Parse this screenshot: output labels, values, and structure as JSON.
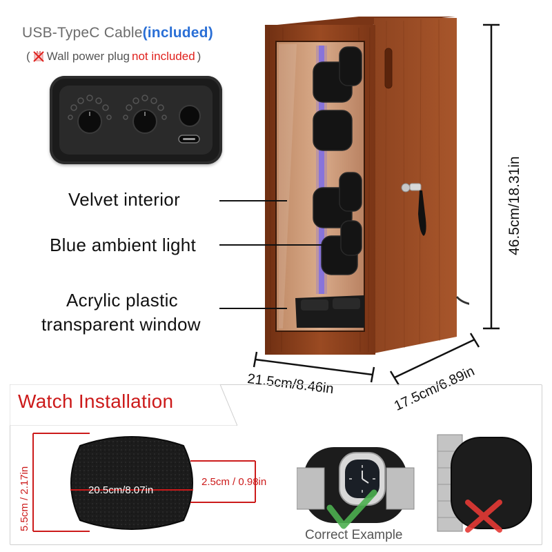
{
  "header": {
    "cable_label": "USB-TypeC Cable",
    "cable_included": "(included)",
    "paren_open": "(",
    "plug_label": "Wall power plug",
    "plug_not_included": "not included",
    "paren_close": ")"
  },
  "features": {
    "velvet": "Velvet interior",
    "light": "Blue ambient light",
    "window_line1": "Acrylic plastic",
    "window_line2": "transparent window"
  },
  "dimensions": {
    "height": "46.5cm/18.31in",
    "width": "21.5cm/8.46in",
    "depth": "17.5cm/6.89in"
  },
  "installation": {
    "title": "Watch Installation",
    "cushion_height": "5.5cm / 2.17in",
    "cushion_width": "20.5cm/8.07in",
    "cushion_depth": "2.5cm / 0.98in",
    "correct_label": "Correct Example"
  },
  "colors": {
    "accent_blue": "#2a6fd6",
    "accent_red": "#cc1a1a",
    "wood": "#8a3f1c",
    "check_green": "#4caf50",
    "cross_red": "#e53935"
  }
}
